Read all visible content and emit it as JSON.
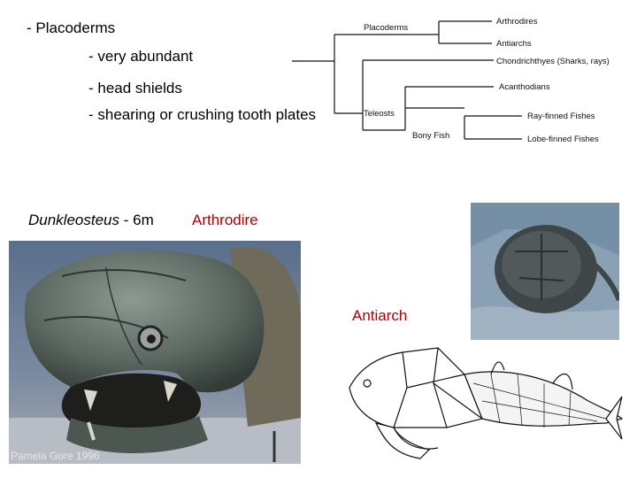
{
  "slide": {
    "heading": "- Placoderms",
    "bullets": [
      "- very abundant",
      "- head shields",
      "- shearing or crushing tooth plates"
    ]
  },
  "cladogram": {
    "labels": {
      "placoderms": "Placoderms",
      "arthrodires": "Arthrodires",
      "antiarchs": "Antiarchs",
      "chondrichthyes": "Chondrichthyes (Sharks, rays)",
      "acanthodians": "Acanthodians",
      "teleosts": "Teleosts",
      "bony_fish": "Bony Fish",
      "ray_finned": "Ray-finned Fishes",
      "lobe_finned": "Lobe-finned Fishes"
    }
  },
  "captions": {
    "dunkleosteus_name": "Dunkleosteus",
    "dunkleosteus_size": " - 6m",
    "arthrodire": "Arthrodire",
    "antiarch": "Antiarch"
  },
  "photo_credit": "Pamela Gore 1996",
  "colors": {
    "caption_red": "#b00000",
    "text": "#000000",
    "tree_lines": "#111111"
  }
}
